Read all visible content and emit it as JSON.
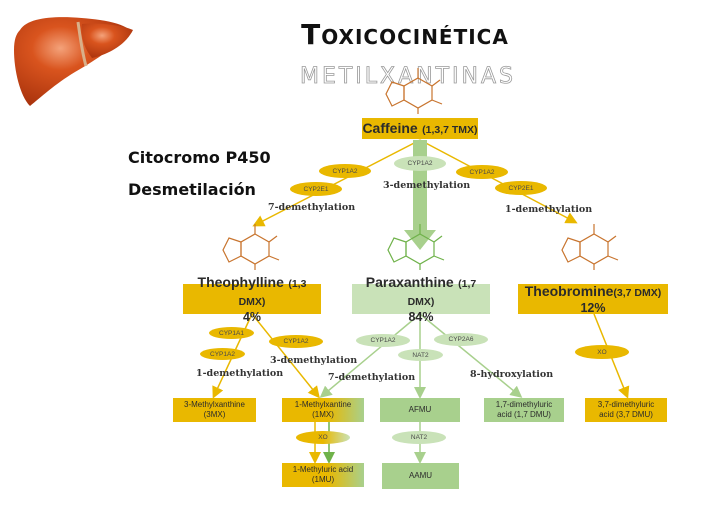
{
  "header": {
    "title": "Toxicocinética",
    "subtitle": "METILXANTINAS"
  },
  "side_notes": [
    "Citocromo P450",
    "Desmetilación"
  ],
  "icons": {
    "liver": "liver-illustration"
  },
  "colors": {
    "gold": "#e9b800",
    "green": "#a8d08d",
    "light_green": "#c9e2b8",
    "molecule_brown": "#c8742e",
    "molecule_green": "#6fb24a"
  },
  "diagram": {
    "caffeine": {
      "name": "Caffeine",
      "code": "(1,3,7 TMX)"
    },
    "theophylline": {
      "name": "Theophylline",
      "code": "(1,3 DMX)",
      "percent": "4%"
    },
    "paraxanthine": {
      "name": "Paraxanthine",
      "code": "(1,7 DMX)",
      "percent": "84%"
    },
    "theobromine": {
      "name": "Theobromine",
      "code": "(3,7 DMX)",
      "percent": "12%"
    },
    "enzymes": {
      "left_cyp1a2": "CYP1A2",
      "left_cyp2e1": "CYP2E1",
      "center_cyp1a2": "CYP1A2",
      "right_cyp1a2": "CYP1A2",
      "right_cyp2e1": "CYP2E1",
      "theo_cyp1a1": "CYP1A1",
      "theo_cyp1a2_a": "CYP1A2",
      "theo_cyp1a2_b": "CYP1A2",
      "para_cyp1a2": "CYP1A2",
      "para_nat2": "NAT2",
      "para_cyp2a6": "CYP2A6",
      "theob_xo": "XO",
      "mx_xo": "XO",
      "afmu_nat2": "NAT2"
    },
    "reactions": {
      "seven_demethylation": "7-demethylation",
      "three_demethylation": "3-demethylation",
      "one_demethylation": "1-demethylation",
      "theo_one_demethylation": "1-demethylation",
      "theo_three_demethylation": "3-demethylation",
      "para_seven_demethylation": "7-demethylation",
      "eight_hydroxylation": "8-hydroxylation"
    },
    "metabolites": {
      "mx3": {
        "line1": "3-Methylxanthine",
        "line2": "(3MX)"
      },
      "mx1": {
        "line1": "1-Methylxantine",
        "line2": "(1MX)"
      },
      "afmu": {
        "line1": "AFMU"
      },
      "dmu17": {
        "line1": "1,7-dimethyluric",
        "line2": "acid (1,7 DMU)"
      },
      "dmu37": {
        "line1": "3,7-dimethyluric",
        "line2": "acid (3,7 DMU)"
      },
      "mu1": {
        "line1": "1-Methyluric acid",
        "line2": "(1MU)"
      },
      "aamu": {
        "line1": "AAMU"
      }
    }
  }
}
